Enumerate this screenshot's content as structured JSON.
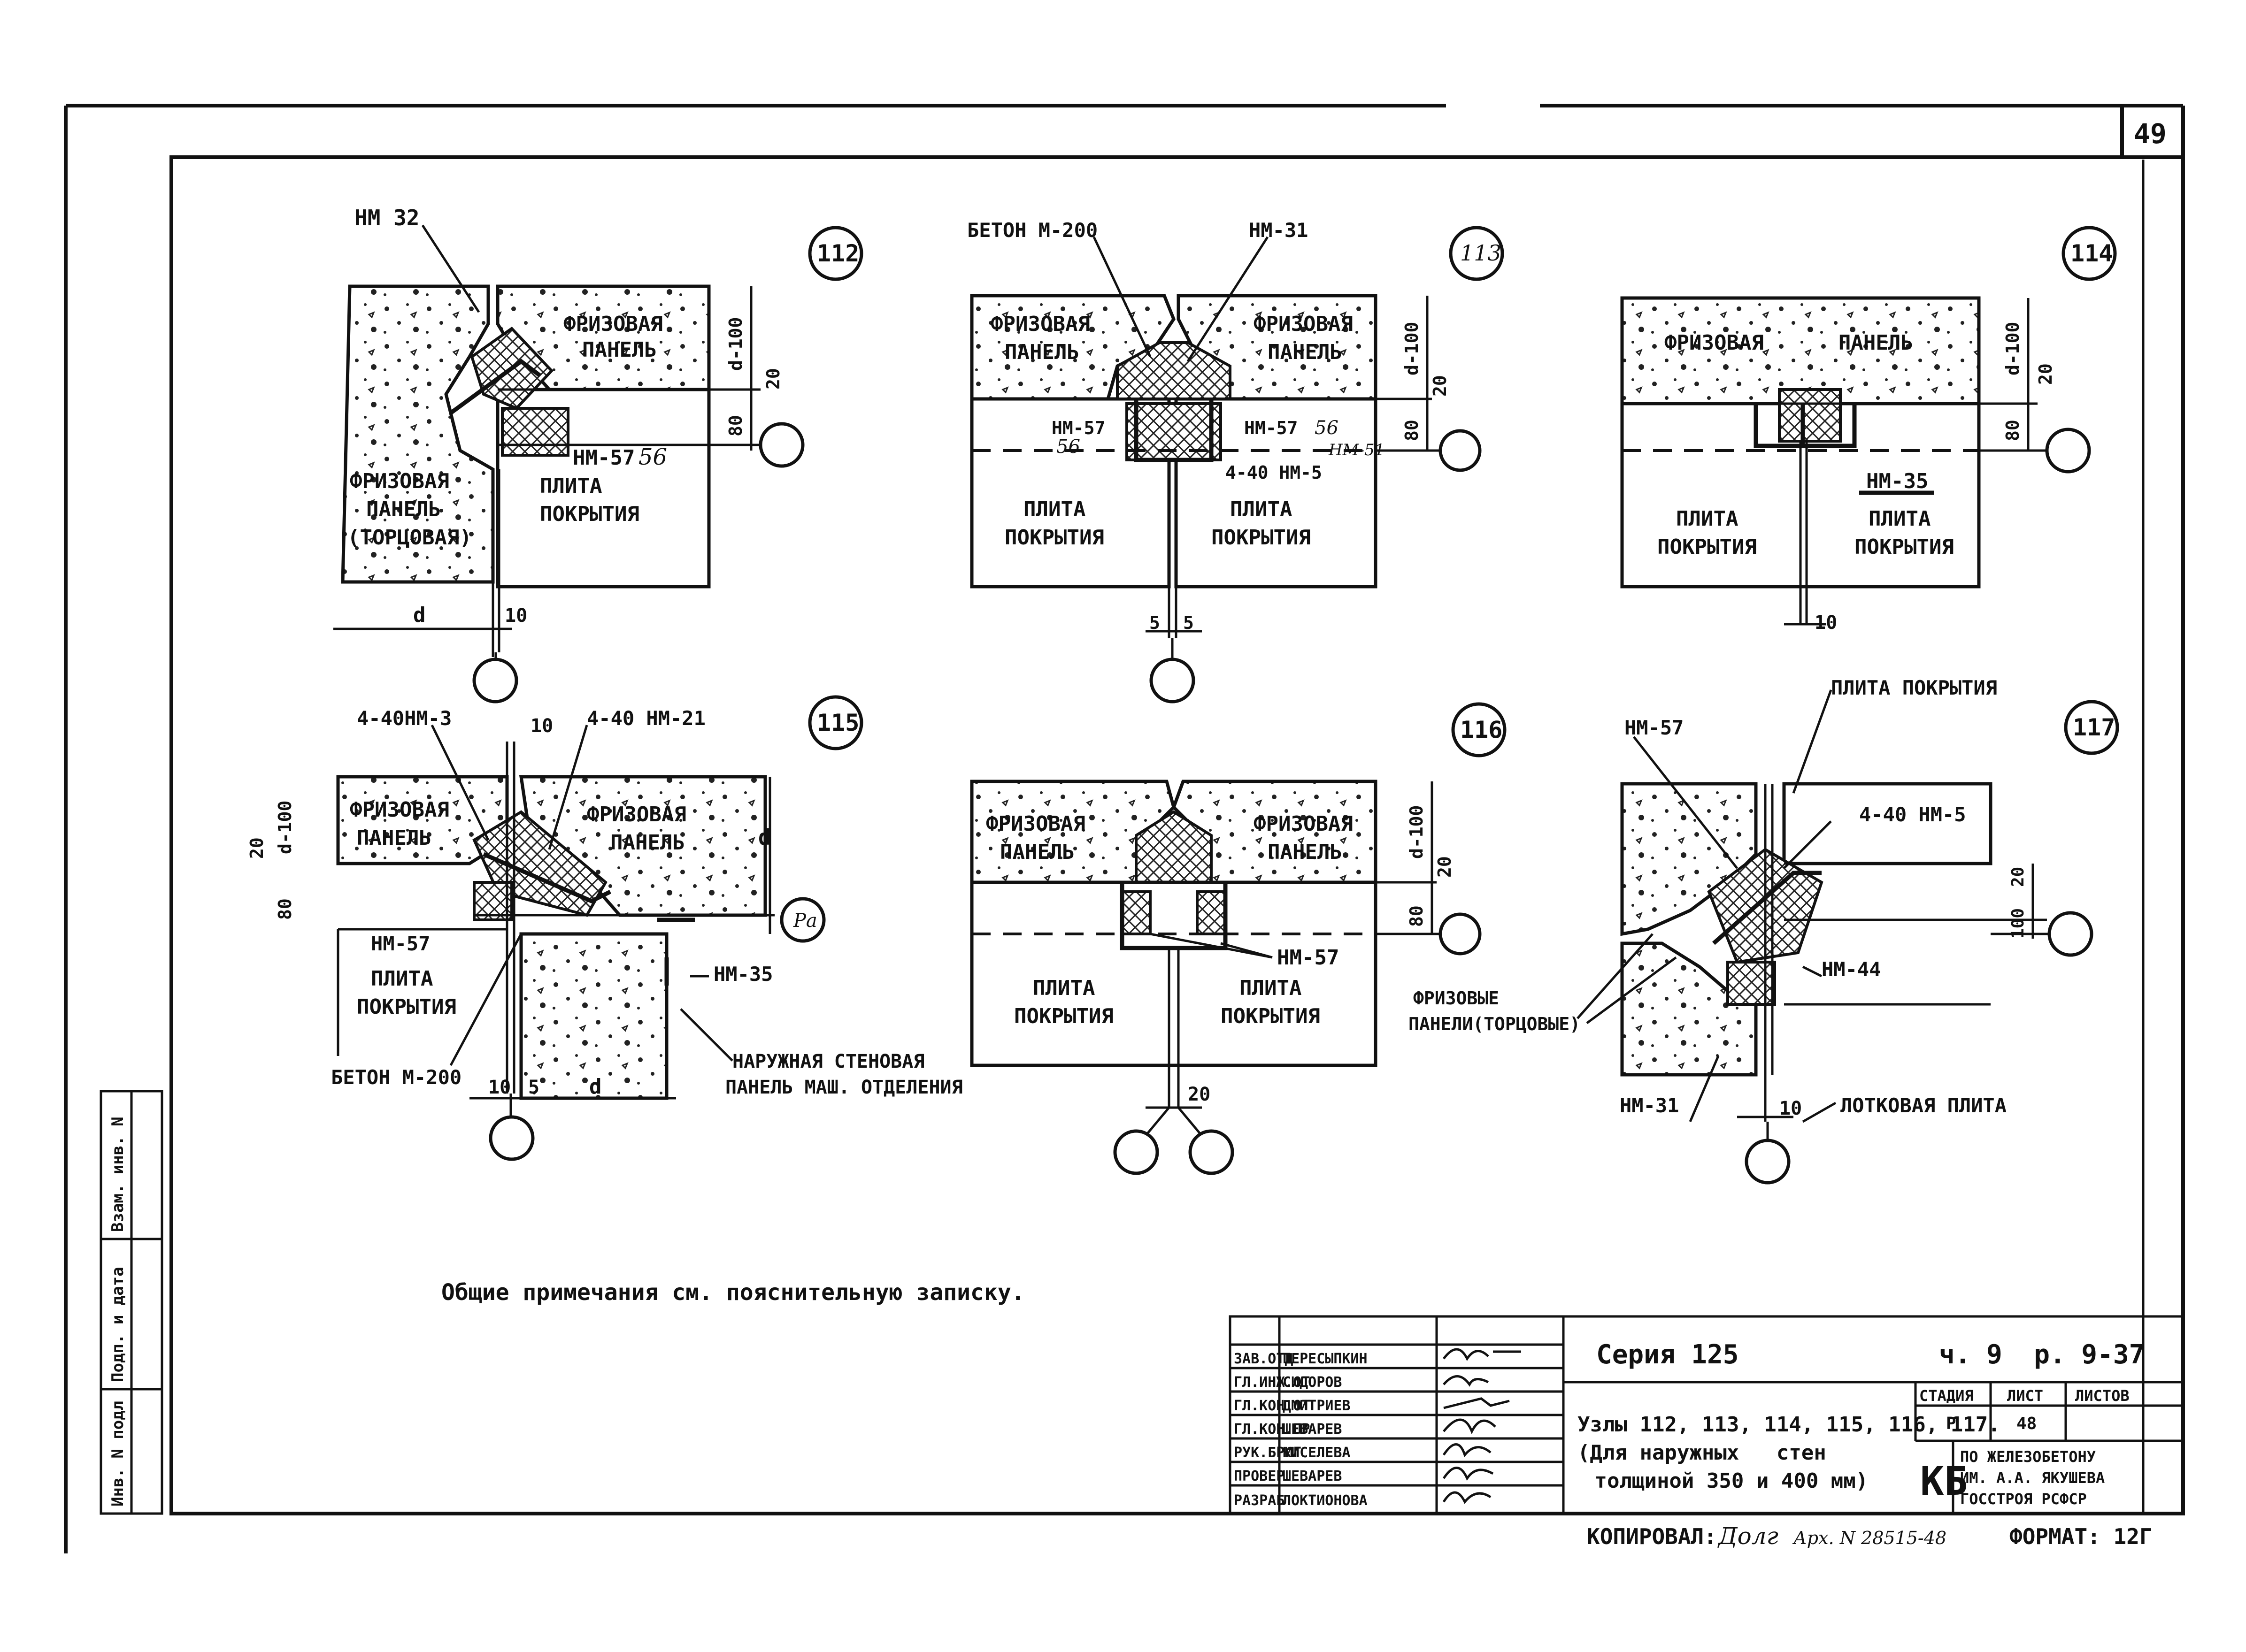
{
  "sheet": {
    "page_number": "49",
    "general_note": "Общие примечания см. пояснительную записку."
  },
  "nodes": [
    {
      "number": "112",
      "labels": {
        "top_material": "НМ 32",
        "panel_right": "ФРИЗОВАЯ\nПАНЕЛЬ",
        "panel_left": "ФРИЗОВАЯ\nПАНЕЛЬ\n(ТОРЦОВАЯ)",
        "plate": "ПЛИТА\nПОКРЫТИЯ",
        "mark": "НМ-57",
        "mark_hand": "56",
        "dim_d100": "d-100",
        "dim_20": "20",
        "dim_80": "80",
        "dim_d": "d",
        "dim_10": "10"
      }
    },
    {
      "number": "113",
      "labels": {
        "top_left": "БЕТОН М-200",
        "top_right": "НМ-31",
        "panel_left": "ФРИЗОВАЯ\nПАНЕЛЬ",
        "panel_right": "ФРИЗОВАЯ\nПАНЕЛЬ",
        "mark_left": "НМ-57",
        "mark_left_hand": "56",
        "mark_right": "НМ-57",
        "mark_right_hand": "56",
        "mark_right_hand2": "НМ-51",
        "mark_bottom": "4-40 НМ-5",
        "plate_left": "ПЛИТА\nПОКРЫТИЯ",
        "plate_right": "ПЛИТА\nПОКРЫТИЯ",
        "dim_d100": "d-100",
        "dim_20": "20",
        "dim_80": "80",
        "dim_5a": "5",
        "dim_5b": "5"
      }
    },
    {
      "number": "114",
      "labels": {
        "panel": "ФРИЗОВАЯ      ПАНЕЛЬ",
        "mark": "НМ-35",
        "plate_left": "ПЛИТА\nПОКРЫТИЯ",
        "plate_right": "ПЛИТА\nПОКРЫТИЯ",
        "dim_d100": "d-100",
        "dim_20": "20",
        "dim_80": "80",
        "dim_10": "10"
      }
    },
    {
      "number": "115",
      "labels": {
        "mark_a": "4-40НМ-3",
        "mark_b": "4-40 НМ-21",
        "dim_10_top": "10",
        "panel_left": "ФРИЗОВАЯ\nПАНЕЛЬ",
        "panel_right": "ФРИЗОВАЯ\nПАНЕЛЬ",
        "mark_c": "НМ-57",
        "mark_d": "НМ-35",
        "plate": "ПЛИТА\nПОКРЫТИЯ",
        "concrete": "БЕТОН М-200",
        "outer_panel": "НАРУЖНАЯ СТЕНОВАЯ\nПАНЕЛЬ МАШ. ОТДЕЛЕНИЯ",
        "dim_d100": "d-100",
        "dim_20": "20",
        "dim_80": "80",
        "dim_d": "d",
        "dim_10": "10",
        "dim_5": "5",
        "dim_d_bottom": "d",
        "axis_mark": "Ра"
      }
    },
    {
      "number": "116",
      "labels": {
        "panel_left": "ФРИЗОВАЯ\nПАНЕЛЬ",
        "panel_right": "ФРИЗОВАЯ\nПАНЕЛЬ",
        "mark": "НМ-57",
        "plate_left": "ПЛИТА\nПОКРЫТИЯ",
        "plate_right": "ПЛИТА\nПОКРЫТИЯ",
        "dim_d100": "d-100",
        "dim_20": "20",
        "dim_80": "80",
        "dim_20_bottom": "20"
      }
    },
    {
      "number": "117",
      "labels": {
        "plate_top": "ПЛИТА ПОКРЫТИЯ",
        "mark_a": "НМ-57",
        "mark_b": "4-40 НМ-5",
        "mark_c": "НМ-44",
        "mark_d": "НМ-31",
        "panels": "ФРИЗОВЫЕ\nПАНЕЛИ(ТОРЦОВЫЕ)",
        "tray_plate": "ЛОТКОВАЯ ПЛИТА",
        "dim_20": "20",
        "dim_100": "100",
        "dim_10": "10"
      }
    }
  ],
  "stamp": {
    "left_column": [
      "Инв. N подл",
      "Подп. и дата",
      "Взам. инв. N"
    ],
    "roles": [
      "ЗАВ.ОТД",
      "ГЛ.ИНЖ.ОТ",
      "ГЛ.КОН.ОТ",
      "ГЛ.КОН.ПР",
      "РУК.БРИГ",
      "ПРОВЕР",
      "РАЗРАБ"
    ],
    "names": [
      "ПЕРЕСЫПКИН",
      "СИДОРОВ",
      "ДМИТРИЕВ",
      "ШЕВАРЕВ",
      "КИСЕЛЕВА",
      "ШЕВАРЕВ",
      "ЛОКТИОНОВА"
    ],
    "series": "Серия 125",
    "part": "ч. 9  р. 9-37",
    "title": "Узлы 112, 113, 114, 115, 116, 117.\n(Для наружных   стен\n толщиной 350 и 400 мм)",
    "col_stage": "СТАДИЯ",
    "col_sheet": "ЛИСТ",
    "col_sheets": "ЛИСТОВ",
    "stage": "Р",
    "sheet_no": "48",
    "org_code": "КБ",
    "org": "ПО ЖЕЛЕЗОБЕТОНУ\nИМ. А.А. ЯКУШЕВА\nГОССТРОЯ РСФСР",
    "copied_label": "КОПИРОВАЛ:",
    "copied_sign": "Долг",
    "archive": "Арх. N 28515-48",
    "format": "ФОРМАТ: 12Г"
  }
}
